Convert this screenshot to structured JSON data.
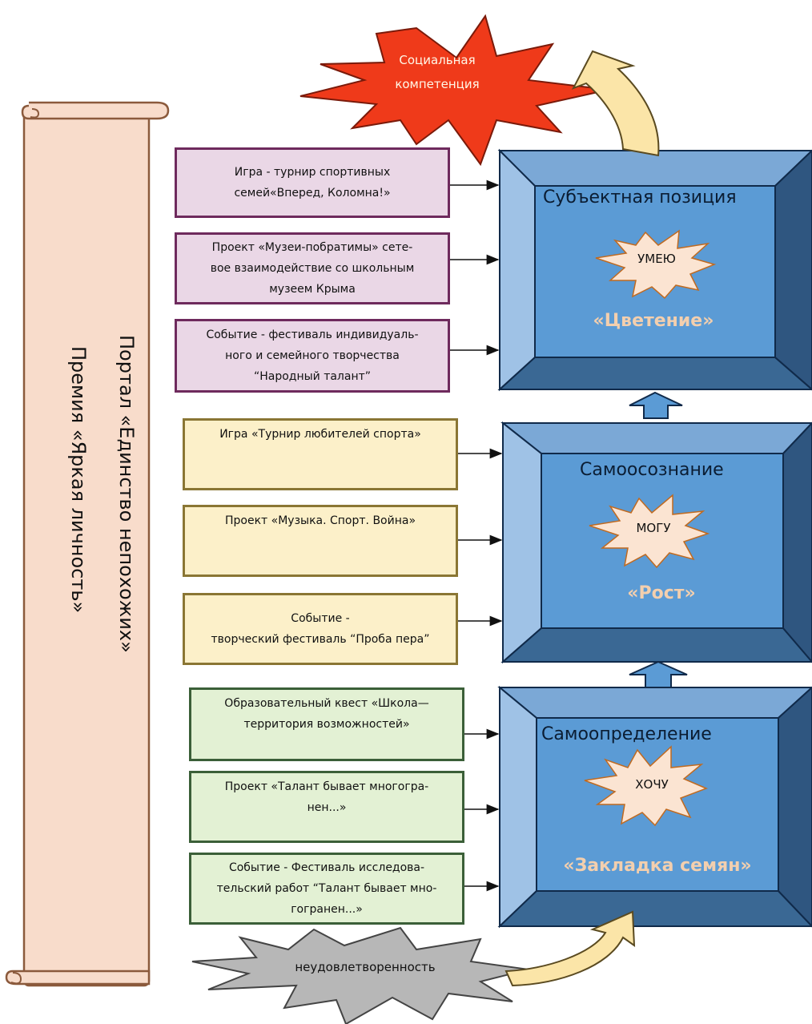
{
  "scroll": {
    "line1": "Портал «Единство непохожих»",
    "line2": "Премия «Яркая личность»"
  },
  "top_star": {
    "line1": "Социальная",
    "line2": "компетенция"
  },
  "bottom_star": {
    "label": "неудовлетворенность"
  },
  "stages": [
    {
      "title": "Субъектная позиция",
      "star": "УМЕЮ",
      "phase": "«Цветение»"
    },
    {
      "title": "Самоосознание",
      "star": "МОГУ",
      "phase": "«Рост»"
    },
    {
      "title": "Самоопределение",
      "star": "ХОЧУ",
      "phase": "«Закладка семян»"
    }
  ],
  "groups": [
    {
      "items": [
        {
          "lines": [
            "Игра - турнир спортивных",
            "семей«Вперед, Коломна!»"
          ]
        },
        {
          "lines": [
            "Проект «Музеи-побратимы» сете-",
            "вое взаимодействие со школьным",
            "музеем Крыма"
          ]
        },
        {
          "lines": [
            "Событие - фестиваль индивидуаль-",
            "ного и семейного творчества",
            "“Народный талант”"
          ]
        }
      ]
    },
    {
      "items": [
        {
          "lines": [
            "Игра «Турнир любителей спорта»"
          ]
        },
        {
          "lines": [
            "Проект «Музыка. Спорт. Война»"
          ]
        },
        {
          "lines": [
            "Событие -",
            "творческий фестиваль “Проба пера”"
          ]
        }
      ]
    },
    {
      "items": [
        {
          "lines": [
            "Образовательный квест «Школа—",
            "территория возможностей»"
          ]
        },
        {
          "lines": [
            "Проект «Талант бывает многогра-",
            "нен...»"
          ]
        },
        {
          "lines": [
            "Событие - Фестиваль исследова-",
            "тельский работ “Талант бывает мно-",
            "гогранен...»"
          ]
        }
      ]
    }
  ],
  "colors": {
    "frame_outer": "#4f86c2",
    "frame_inner": "#5b9bd5",
    "top_star_fill": "#ef3a1a",
    "bottom_star_fill": "#b7b7b7",
    "scroll_fill": "#f8dccb"
  }
}
